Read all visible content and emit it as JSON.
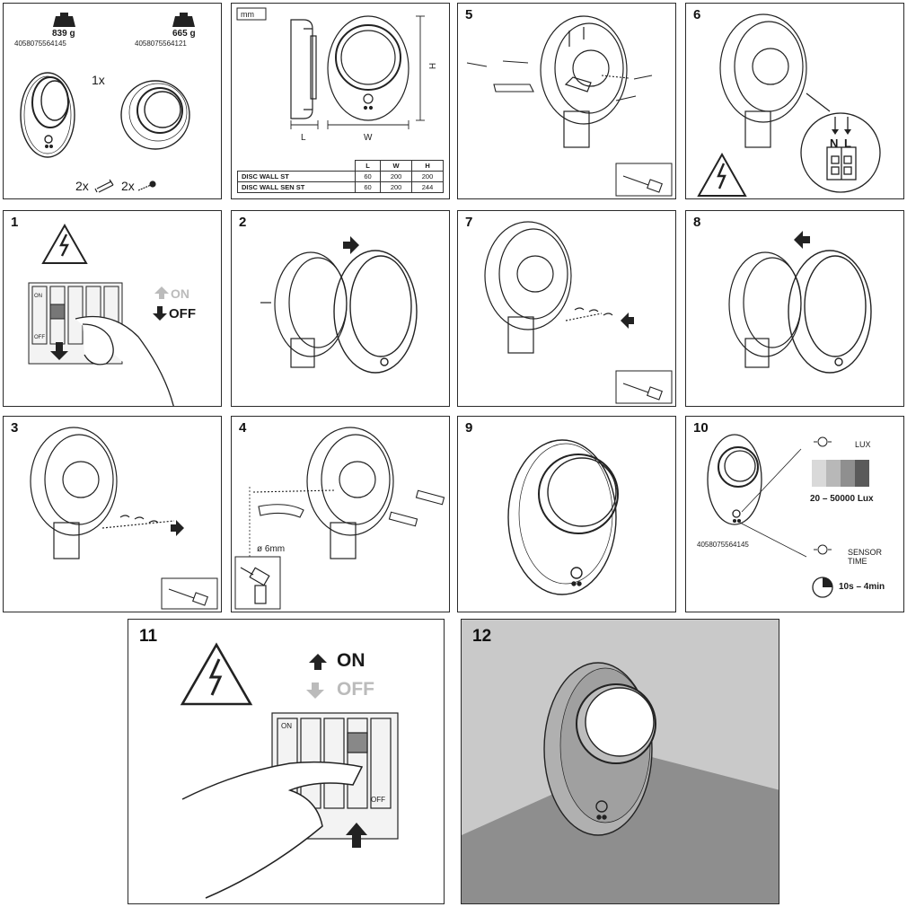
{
  "panel_contents": {
    "weight_left": "839 g",
    "ean_left": "4058075564145",
    "weight_right": "665 g",
    "ean_right": "4058075564121",
    "qty_lamp": "1x",
    "qty_plug": "2x",
    "qty_screw": "2x"
  },
  "panel_dimensions": {
    "unit": "mm",
    "label_h": "H",
    "label_l": "L",
    "label_w": "W",
    "table": {
      "headers": [
        "L",
        "W",
        "H"
      ],
      "rows": [
        {
          "name": "DISC WALL ST",
          "l": "60",
          "w": "200",
          "h": "200"
        },
        {
          "name": "DISC WALL SEN ST",
          "l": "60",
          "w": "200",
          "h": "244"
        }
      ]
    }
  },
  "steps": {
    "s1": "1",
    "s2": "2",
    "s3": "3",
    "s4": "4",
    "s5": "5",
    "s6": "6",
    "s7": "7",
    "s8": "8",
    "s9": "9",
    "s10": "10",
    "s11": "11",
    "s12": "12"
  },
  "panel_1": {
    "on": "ON",
    "off": "OFF",
    "switch_on": "ON",
    "switch_off": "OFF"
  },
  "panel_4": {
    "drill_diameter": "ø 6mm"
  },
  "panel_6": {
    "n": "N",
    "l": "L"
  },
  "panel_10": {
    "lux_label": "LUX",
    "lux_range": "20 – 50000 Lux",
    "ean": "4058075564145",
    "sensor_label_1": "SENSOR",
    "sensor_label_2": "TIME",
    "time_range": "10s – 4min"
  },
  "panel_11": {
    "on": "ON",
    "off": "OFF",
    "switch_on": "ON",
    "switch_off": "OFF"
  }
}
